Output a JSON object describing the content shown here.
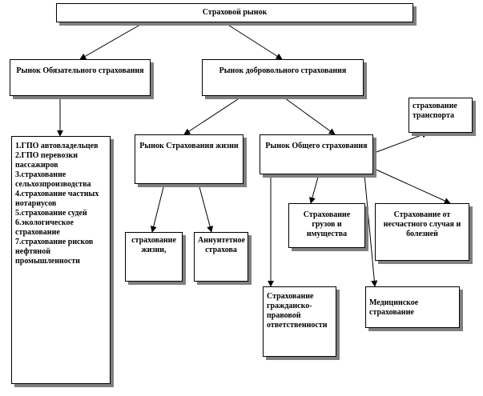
{
  "diagram": {
    "root": "Страховой   рынок",
    "mandatory": "Рынок  Обязательного страхования",
    "voluntary": "Рынок  добровольного страхования",
    "mandatory_list": [
      "1.ГПО автовладельцев",
      "2.ГПО перевозки пассажиров",
      "3.страхование сельхозпроизводства",
      "4.страхование частных нотариусов",
      "5.страхование судей",
      "6.экологическое страхование",
      "7.страхование рисков нефтяной промышленности"
    ],
    "life": "Рынок Страхования жизни",
    "general": "Рынок  Общего страхования",
    "transport": "страхование транспорта",
    "life_child_1": "страхование жизни,",
    "life_child_2": "Аннуитетное страхова",
    "cargo": "Страхование грузов и имущества",
    "accident": "Страхование  от несчастного случая и болезней",
    "civil": "Страхование гражданско-правовой ответственности",
    "medical": "Медицинское страхование"
  }
}
